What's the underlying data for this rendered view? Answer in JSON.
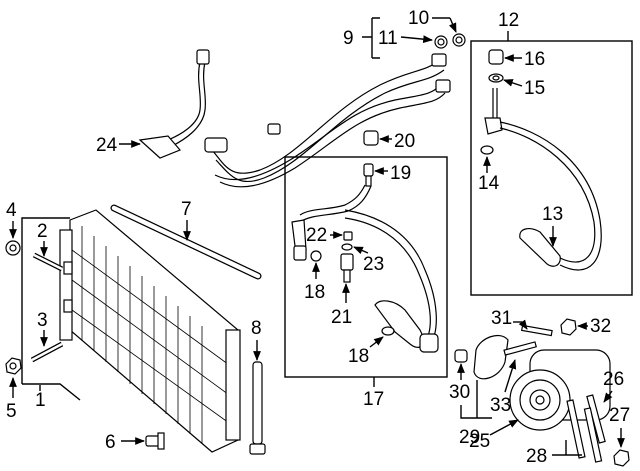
{
  "callouts": {
    "n1": "1",
    "n2": "2",
    "n3": "3",
    "n4": "4",
    "n5": "5",
    "n6": "6",
    "n7": "7",
    "n8": "8",
    "n9": "9",
    "n10": "10",
    "n11": "11",
    "n12": "12",
    "n13": "13",
    "n14": "14",
    "n15": "15",
    "n16": "16",
    "n17": "17",
    "n18a": "18",
    "n18b": "18",
    "n19": "19",
    "n20": "20",
    "n21": "21",
    "n22": "22",
    "n23": "23",
    "n24": "24",
    "n25": "25",
    "n26": "26",
    "n27": "27",
    "n28": "28",
    "n29": "29",
    "n30": "30",
    "n31": "31",
    "n32": "32",
    "n33": "33"
  }
}
